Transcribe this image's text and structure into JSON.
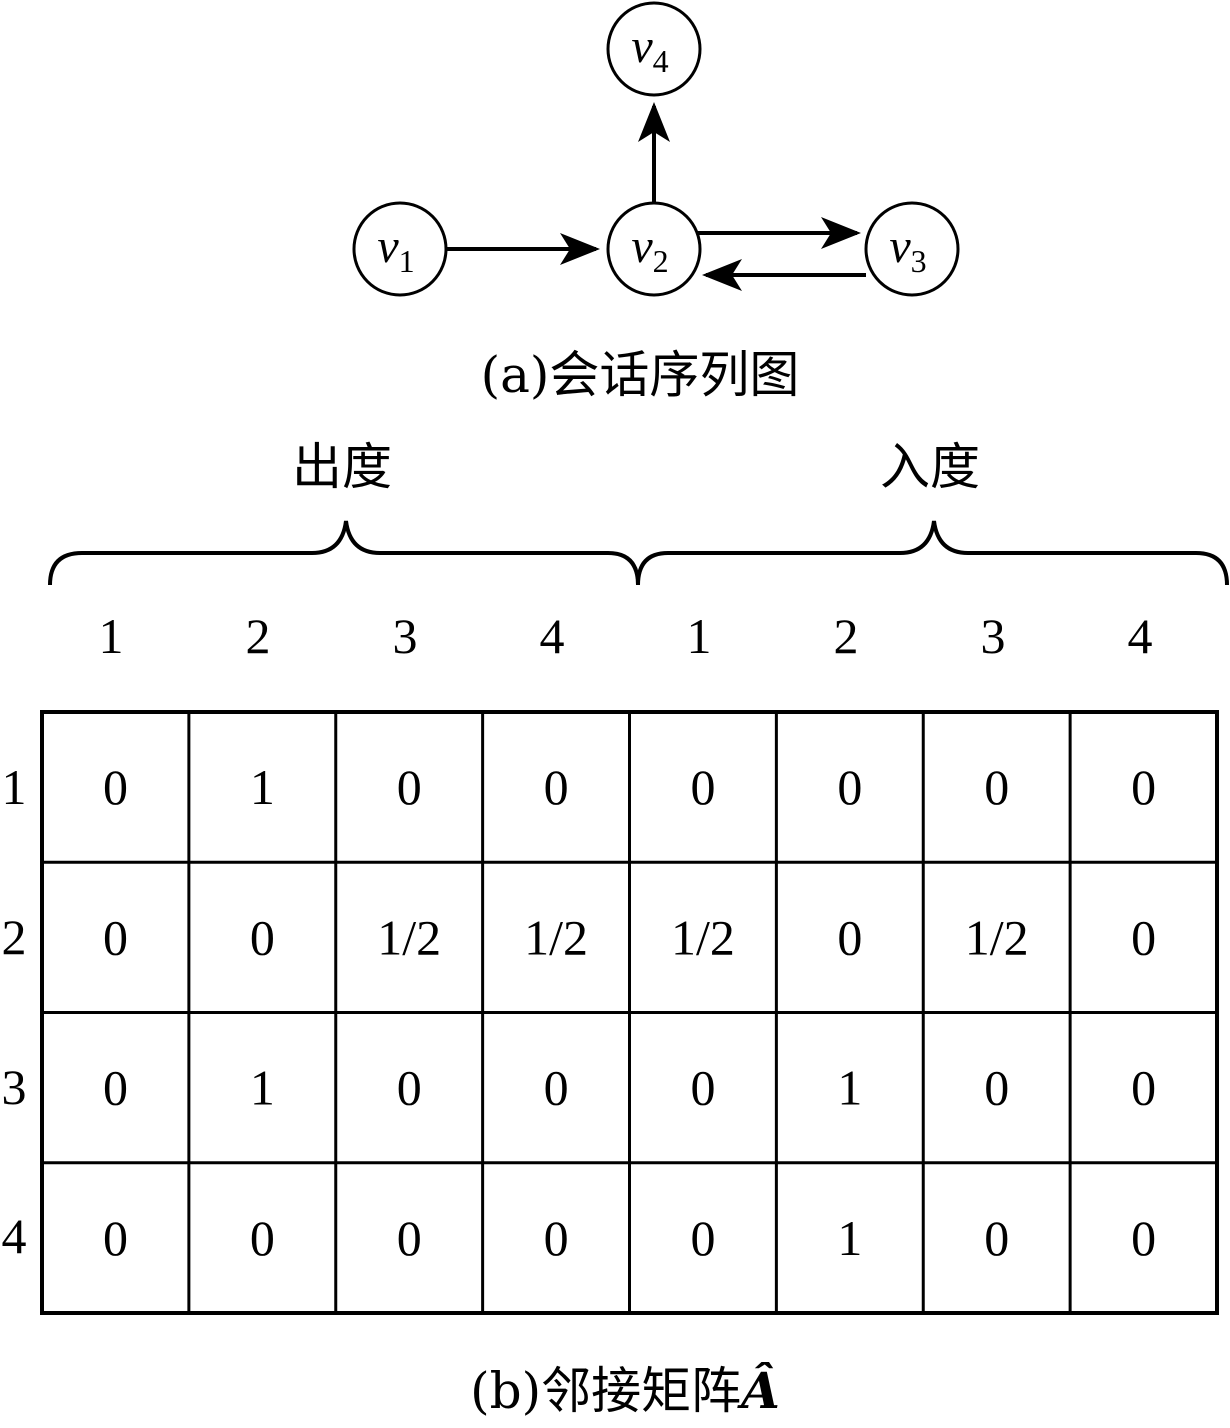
{
  "graph": {
    "nodes": [
      {
        "id": "v1",
        "label": "v",
        "sub": "1"
      },
      {
        "id": "v2",
        "label": "v",
        "sub": "2"
      },
      {
        "id": "v3",
        "label": "v",
        "sub": "3"
      },
      {
        "id": "v4",
        "label": "v",
        "sub": "4"
      }
    ],
    "edges": [
      {
        "from": "v1",
        "to": "v2"
      },
      {
        "from": "v2",
        "to": "v3"
      },
      {
        "from": "v3",
        "to": "v2"
      },
      {
        "from": "v2",
        "to": "v4"
      }
    ],
    "caption": "(a)会话序列图"
  },
  "matrix": {
    "out_label": "出度",
    "in_label": "入度",
    "column_headers": [
      "1",
      "2",
      "3",
      "4",
      "1",
      "2",
      "3",
      "4"
    ],
    "row_headers": [
      "1",
      "2",
      "3",
      "4"
    ],
    "rows": [
      [
        "0",
        "1",
        "0",
        "0",
        "0",
        "0",
        "0",
        "0"
      ],
      [
        "0",
        "0",
        "1/2",
        "1/2",
        "1/2",
        "0",
        "1/2",
        "0"
      ],
      [
        "0",
        "1",
        "0",
        "0",
        "0",
        "1",
        "0",
        "0"
      ],
      [
        "0",
        "0",
        "0",
        "0",
        "0",
        "1",
        "0",
        "0"
      ]
    ],
    "caption_prefix": "(b)邻接矩阵",
    "caption_symbol": "Â"
  }
}
